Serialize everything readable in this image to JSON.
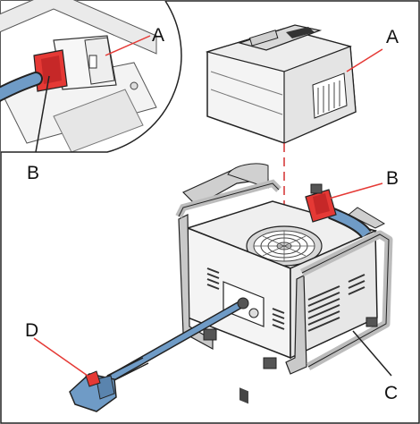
{
  "diagram": {
    "labels": {
      "inset_a": "A",
      "inset_b": "B",
      "battery_a": "A",
      "cable_b": "B",
      "unit_c": "C",
      "plug_d": "D"
    },
    "colors": {
      "frame": "#bcbcbc",
      "cable": "#6f9bc6",
      "highlight": "#e53935",
      "outline": "#222222",
      "body": "#f4f4f4"
    }
  }
}
